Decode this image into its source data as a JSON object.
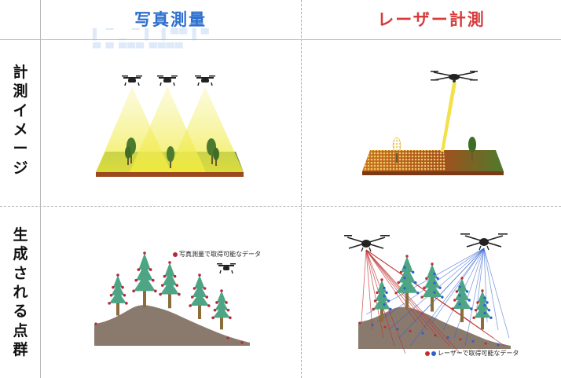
{
  "headers": {
    "photo": "写真測量",
    "laser": "レーザー計測"
  },
  "rows": {
    "image": [
      "計",
      "測",
      "イ",
      "メ",
      "ー",
      "ジ"
    ],
    "points": [
      "生",
      "成",
      "さ",
      "れ",
      "る",
      "点",
      "群"
    ]
  },
  "legends": {
    "photo": "写真測量で取得可能なデータ",
    "laser": "レーザーで取得可能なデータ"
  },
  "colors": {
    "photo_header": "#2e6fcf",
    "laser_header": "#d83a3a",
    "photo_point": "#b5283a",
    "laser_point_red": "#c03030",
    "laser_point_blue": "#2e5fd0",
    "ground": "#8a7a6e",
    "tree": "#4ea586",
    "trunk": "#8a6d3b",
    "grass": "#5e8c32",
    "soil": "#9b4a1e",
    "beam": "#f3ef6a"
  }
}
